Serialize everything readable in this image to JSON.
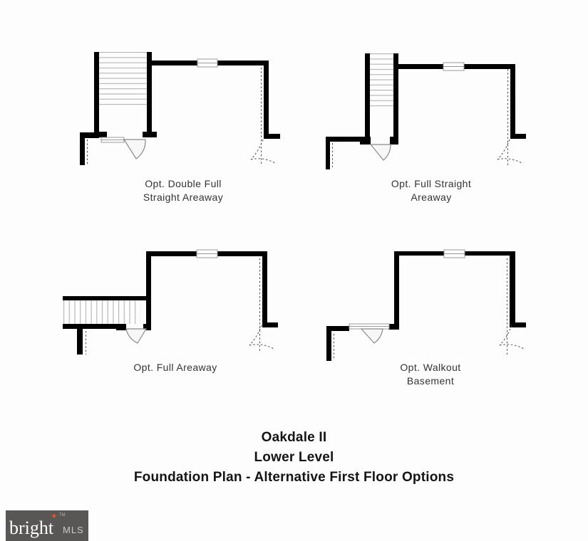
{
  "sheet": {
    "background": "#fdfdfd",
    "type": "floorplan-options-sheet"
  },
  "plans": [
    {
      "id": "double-full-straight-areaway",
      "label_lines": [
        "Opt. Double Full",
        "Straight Areaway"
      ]
    },
    {
      "id": "full-straight-areaway",
      "label_lines": [
        "Opt. Full Straight",
        "Areaway"
      ]
    },
    {
      "id": "full-areaway",
      "label_lines": [
        "Opt. Full Areaway"
      ]
    },
    {
      "id": "walkout-basement",
      "label_lines": [
        "Opt. Walkout",
        "Basement"
      ]
    }
  ],
  "title": {
    "line1": "Oakdale II",
    "line2": "Lower Level",
    "line3": "Foundation Plan - Alternative First Floor Options"
  },
  "logo": {
    "brand": "bright",
    "star_char": "✦",
    "trademark": "TM",
    "suffix": "MLS",
    "bg_color": "#595755",
    "brand_color": "#ffffff",
    "star_color": "#e8502b",
    "suffix_color": "#c9c9c9"
  },
  "colors": {
    "wall": "#000000",
    "stair_tread": "#b3b3b3",
    "dashed_line": "#4a4a4a",
    "label_text": "#333333",
    "title_text": "#141414"
  }
}
